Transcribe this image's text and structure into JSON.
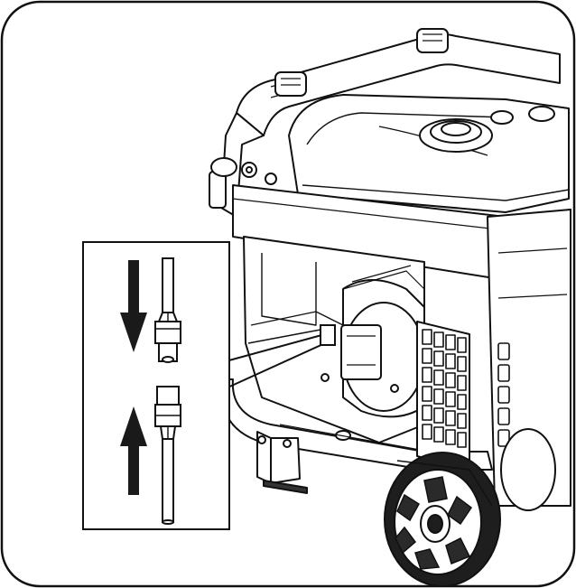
{
  "illustration": {
    "subject": "portable-generator-battery-connector",
    "colors": {
      "line": "#111111",
      "fill": "#ffffff",
      "tire": "#1e1e1e",
      "grille": "#111111",
      "arrow": "#1a1a1a"
    },
    "inset": {
      "arrows": [
        "arrow-down-icon",
        "arrow-up-icon"
      ],
      "connector_parts": [
        "wire-plug-top",
        "wire-plug-bottom"
      ]
    }
  }
}
